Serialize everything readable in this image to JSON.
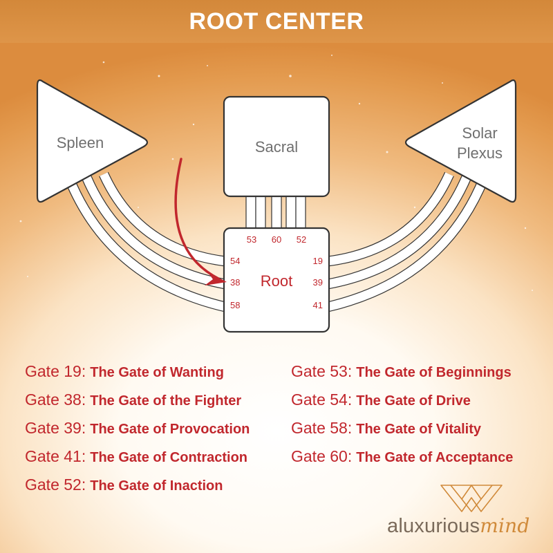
{
  "header": {
    "title": "ROOT CENTER"
  },
  "diagram": {
    "spleen_label": "Spleen",
    "sacral_label": "Sacral",
    "solar_label_line1": "Solar",
    "solar_label_line2": "Plexus",
    "root_label": "Root",
    "root_gates": {
      "top": [
        "53",
        "60",
        "52"
      ],
      "left": [
        "54",
        "38",
        "58"
      ],
      "right": [
        "19",
        "39",
        "41"
      ]
    }
  },
  "gates": {
    "left": [
      {
        "num": "Gate 19:",
        "name": "The Gate of Wanting"
      },
      {
        "num": "Gate 38:",
        "name": "The Gate of the Fighter"
      },
      {
        "num": "Gate 39:",
        "name": "The Gate of Provocation"
      },
      {
        "num": "Gate 41:",
        "name": "The Gate of Contraction"
      },
      {
        "num": "Gate 52:",
        "name": "The Gate of Inaction"
      }
    ],
    "right": [
      {
        "num": "Gate 53:",
        "name": "The Gate of Beginnings"
      },
      {
        "num": "Gate 54:",
        "name": "The Gate of Drive"
      },
      {
        "num": "Gate 58:",
        "name": "The Gate of Vitality"
      },
      {
        "num": "Gate 60:",
        "name": "The Gate of Acceptance"
      }
    ]
  },
  "logo": {
    "text_main": "aluxurious",
    "text_accent": "mind"
  },
  "colors": {
    "accent": "#c1272d",
    "header": "#d88d3f",
    "shape_stroke": "#444444"
  }
}
